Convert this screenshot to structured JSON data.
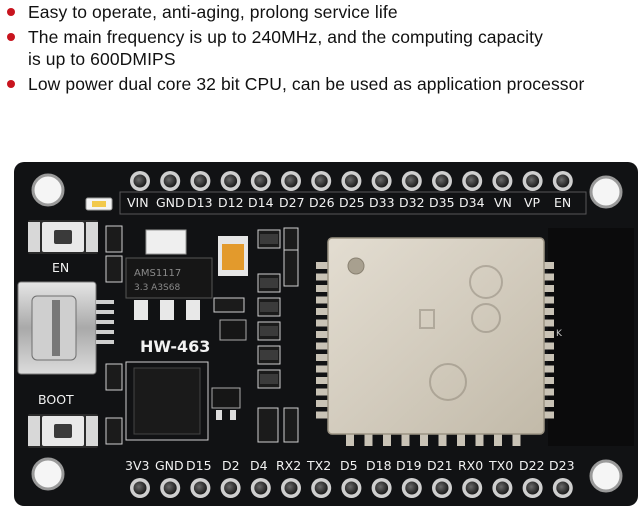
{
  "bullets": [
    {
      "text": "Easy to operate, anti-aging, prolong service life"
    },
    {
      "text": "The main frequency is up to 240MHz, and the computing capacity"
    },
    {
      "text": "is up to 600DMIPS",
      "continuation": true
    },
    {
      "text": "Low power dual core 32 bit CPU, can be used as application processor"
    }
  ],
  "colors": {
    "bullet": "#c8141e",
    "pcb": "#111214",
    "silkscreen": "#f2f2f2",
    "shield": "#d6cfc2"
  },
  "board": {
    "top_pins": [
      "VIN",
      "GND",
      "D13",
      "D12",
      "D14",
      "D27",
      "D26",
      "D25",
      "D33",
      "D32",
      "D35",
      "D34",
      "VN",
      "VP",
      "EN"
    ],
    "bottom_pins": [
      "3V3",
      "GND",
      "D15",
      "D2",
      "D4",
      "RX2",
      "TX2",
      "D5",
      "D18",
      "D19",
      "D21",
      "RX0",
      "TX0",
      "D22",
      "D23"
    ],
    "label_en": "EN",
    "label_boot": "BOOT",
    "model": "HW-463",
    "regulator_line1": "AMS1117",
    "regulator_line2": "3.3 A3S68",
    "shield_mark": "K"
  }
}
